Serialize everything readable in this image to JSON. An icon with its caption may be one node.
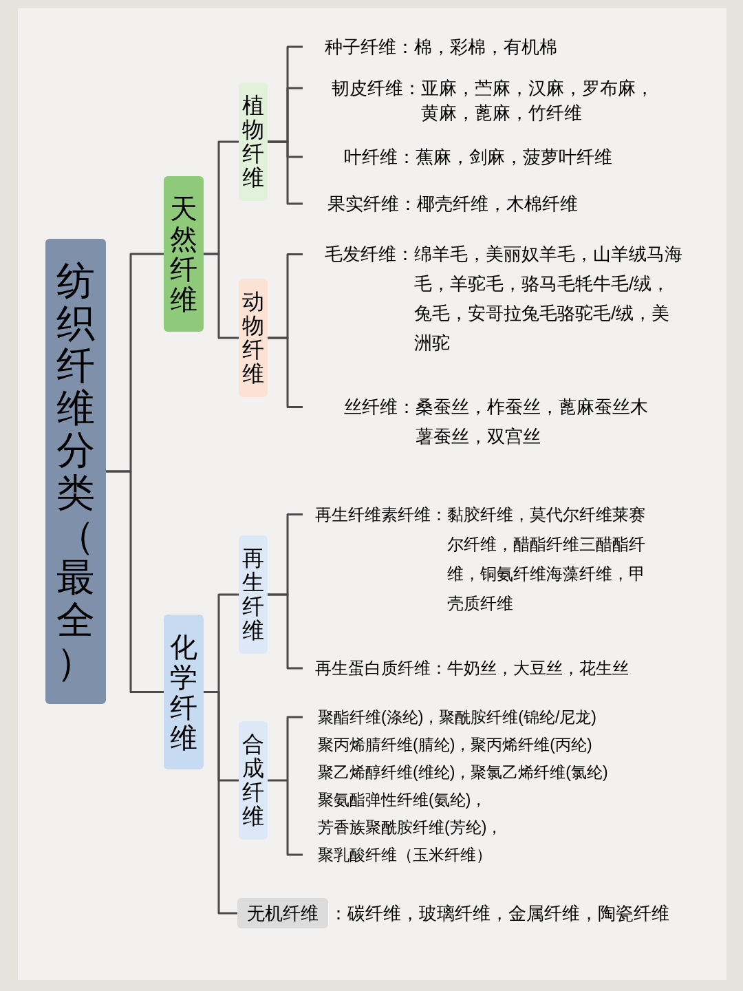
{
  "diagram": {
    "nodes": [
      {
        "text": [
          "纺织纤维分类（最全）"
        ]
      },
      {
        "text": [
          "天然纤维"
        ]
      },
      {
        "text": [
          "植物纤维"
        ]
      },
      {
        "text": [
          "种子纤维：",
          "棉，彩棉，有机棉"
        ]
      },
      {
        "text": [
          "韧皮纤维：",
          "亚麻，苎麻，汉麻，罗布麻，黄麻，蓖麻，竹纤维"
        ]
      },
      {
        "text": [
          "叶纤维：",
          "蕉麻，剑麻，菠萝叶纤维"
        ]
      },
      {
        "text": [
          "果实纤维：",
          "椰壳纤维，木棉纤维"
        ]
      },
      {
        "text": [
          "动物纤维"
        ]
      },
      {
        "text": [
          "毛发纤维：",
          "绵羊毛，美丽奴羊毛，山羊绒马海毛，羊驼毛，骆马毛牦牛毛/绒，兔毛，安哥拉兔毛骆驼毛/绒，美洲驼"
        ]
      },
      {
        "text": [
          "丝纤维：",
          "桑蚕丝，柞蚕丝，蓖麻蚕丝木薯蚕丝，双宫丝"
        ]
      },
      {
        "text": [
          "化学纤维"
        ]
      },
      {
        "text": [
          "再生纤维"
        ]
      },
      {
        "text": [
          "再生纤维素纤维：",
          "黏胶纤维，莫代尔纤维莱赛尔纤维，醋酯纤维三醋酯纤维，铜氨纤维海藻纤维，甲壳质纤维"
        ]
      },
      {
        "text": [
          "再生蛋白质纤维：",
          "牛奶丝，大豆丝，花生丝"
        ]
      },
      {
        "text": [
          "合成纤维"
        ]
      },
      {
        "text": [
          "聚酯纤维(涤纶)，聚酰胺纤维(锦纶/尼龙)",
          "聚丙烯腈纤维(腈纶)，聚丙烯纤维(丙纶)",
          "聚乙烯醇纤维(维纶)，聚氯乙烯纤维(氯纶)",
          "聚氨酯弹性纤维(氨纶)，",
          "芳香族聚酰胺纤维(芳纶)，",
          "聚乳酸纤维（玉米纤维）"
        ]
      },
      {
        "text": [
          "无机纤维"
        ],
        "beside": [
          "：碳纤维，玻璃纤维，金属纤维，陶瓷纤维"
        ]
      }
    ],
    "edges": [
      {
        "from": 0,
        "to": 1,
        "arrow": "none"
      },
      {
        "from": 0,
        "to": 10,
        "arrow": "none"
      },
      {
        "from": 1,
        "to": 2,
        "arrow": "none"
      },
      {
        "from": 1,
        "to": 7,
        "arrow": "none"
      },
      {
        "from": 2,
        "to": 3,
        "arrow": "none"
      },
      {
        "from": 2,
        "to": 4,
        "arrow": "none"
      },
      {
        "from": 2,
        "to": 5,
        "arrow": "none"
      },
      {
        "from": 2,
        "to": 6,
        "arrow": "none"
      },
      {
        "from": 7,
        "to": 8,
        "arrow": "none"
      },
      {
        "from": 7,
        "to": 9,
        "arrow": "none"
      },
      {
        "from": 10,
        "to": 11,
        "arrow": "none"
      },
      {
        "from": 10,
        "to": 14,
        "arrow": "none"
      },
      {
        "from": 10,
        "to": 16,
        "arrow": "none"
      },
      {
        "from": 11,
        "to": 12,
        "arrow": "none"
      },
      {
        "from": 11,
        "to": 13,
        "arrow": "none"
      },
      {
        "from": 14,
        "to": 15,
        "arrow": "none"
      }
    ]
  }
}
